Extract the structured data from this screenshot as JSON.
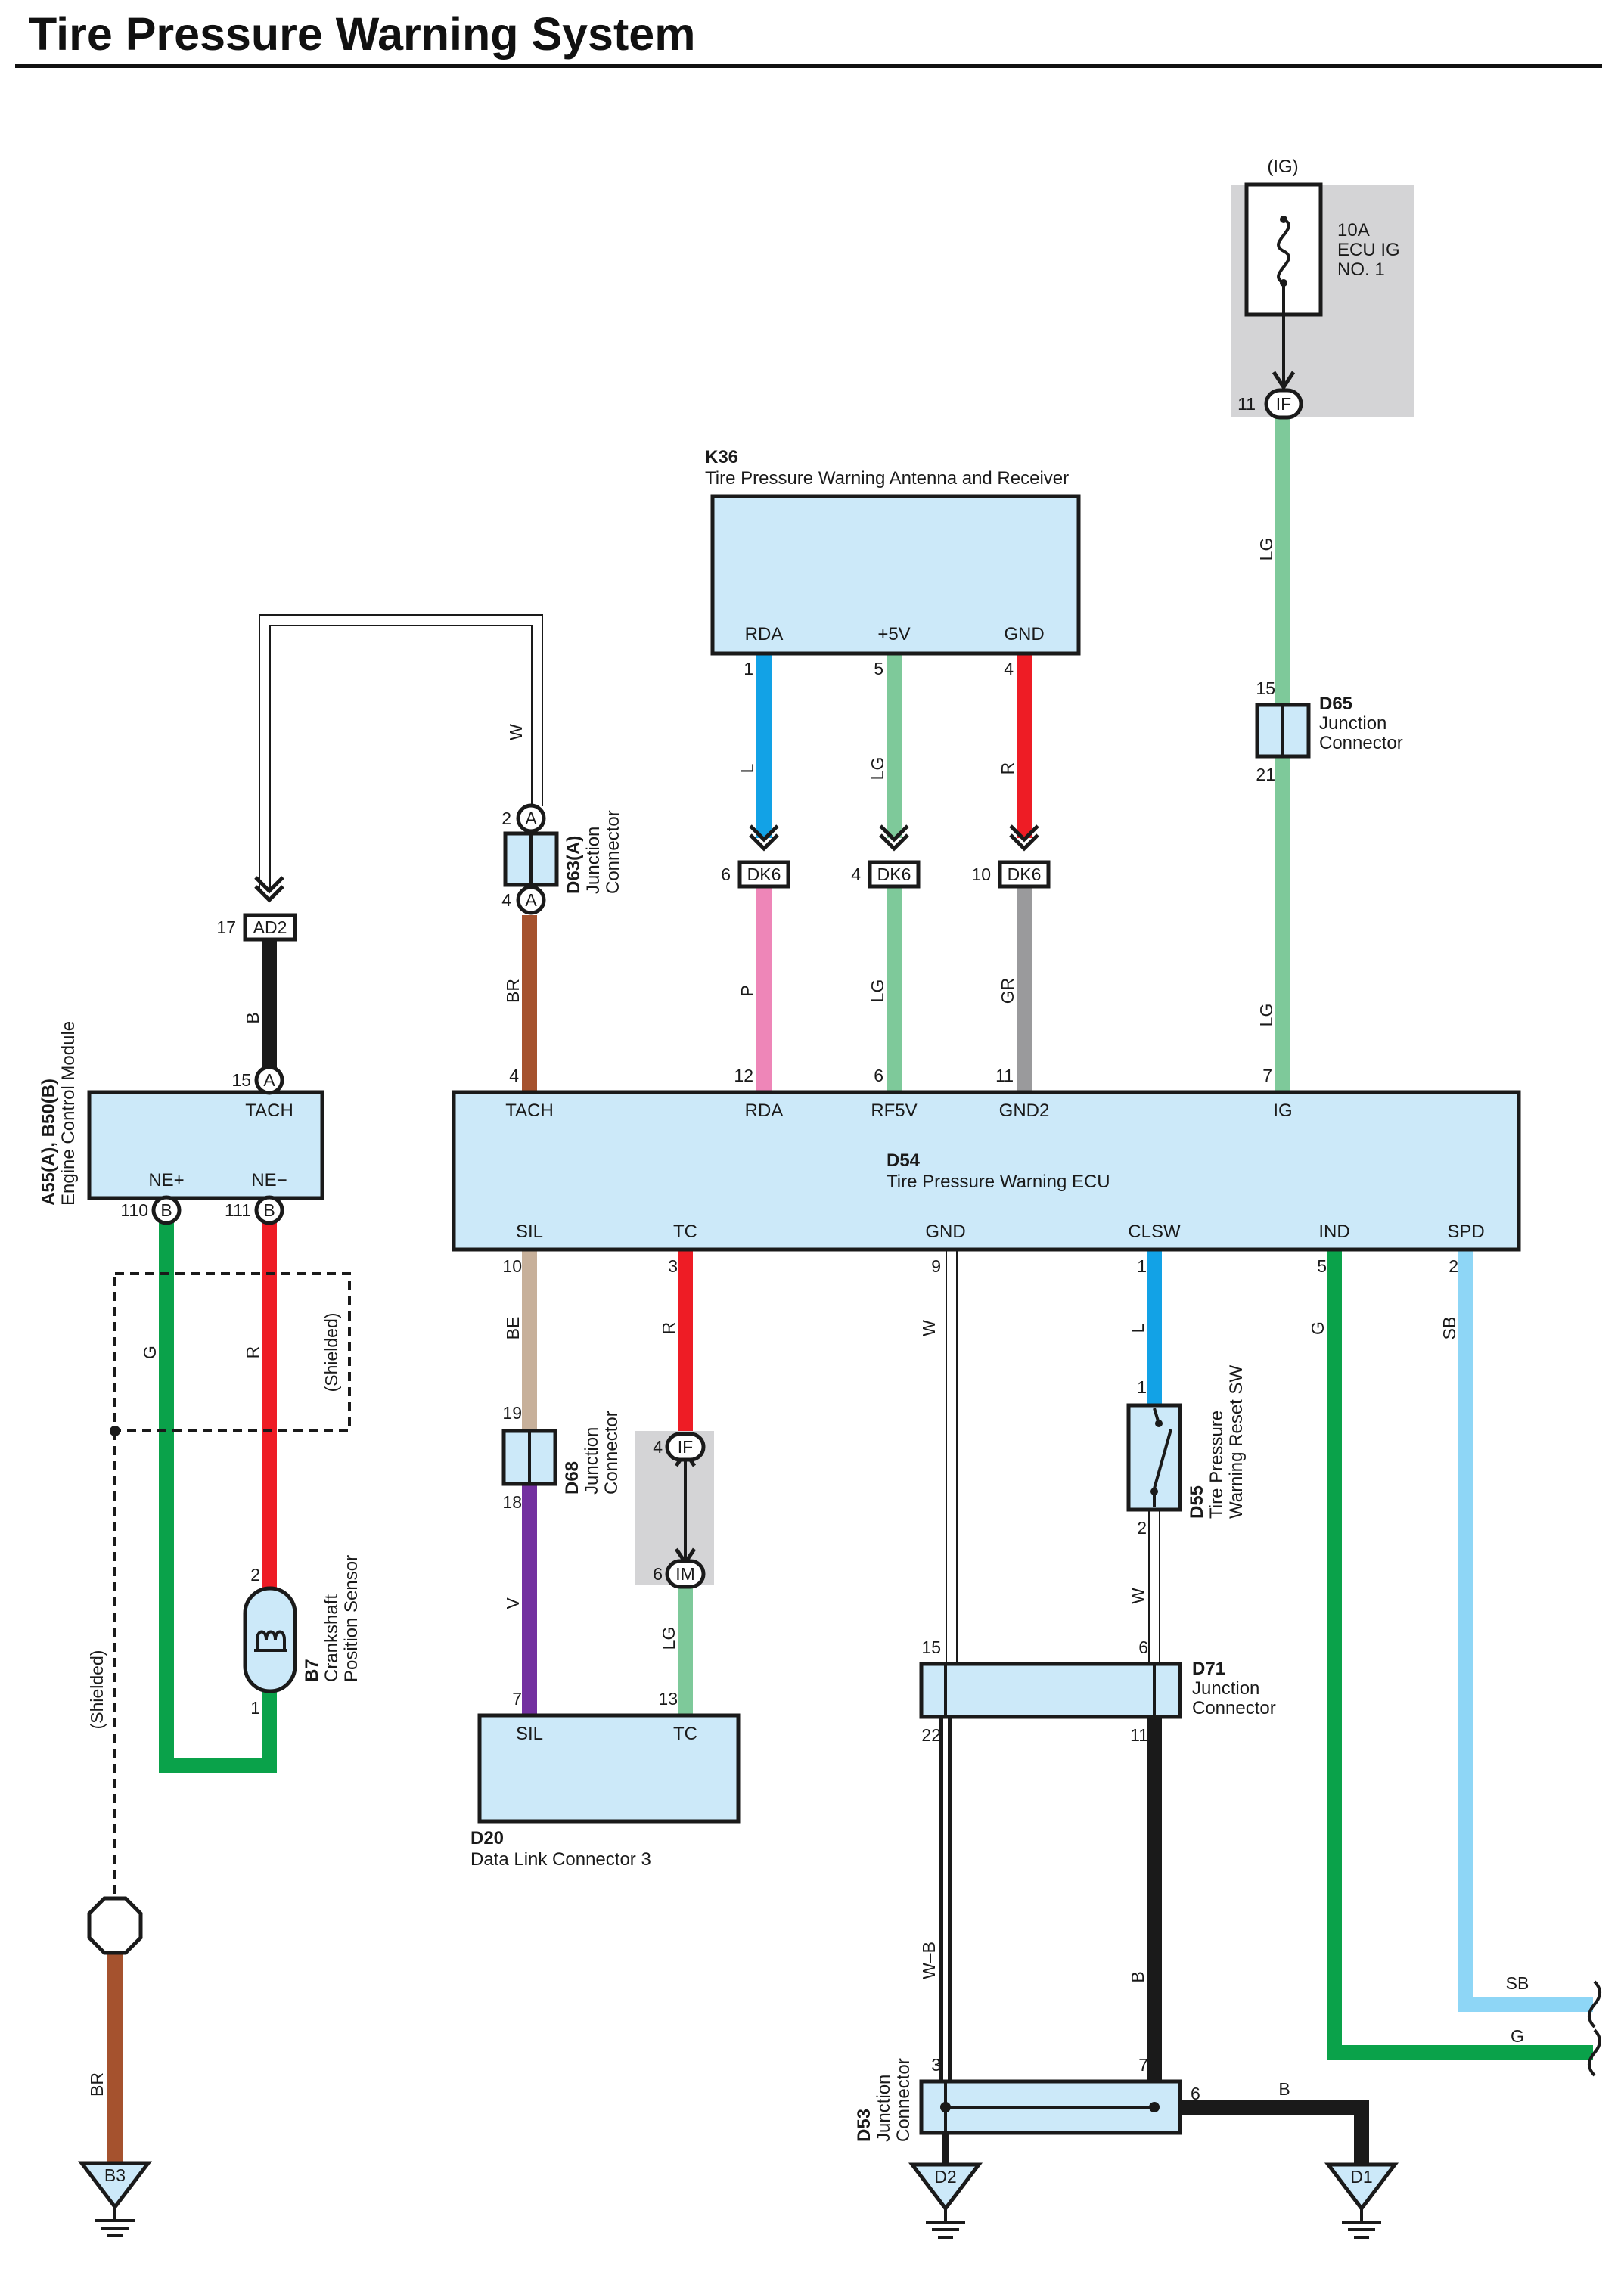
{
  "title": "Tire Pressure Warning System",
  "colors": {
    "box_fill": "#cce9f9",
    "fuse_panel": "#d4d4d6",
    "LG": "#7ec99a",
    "L": "#12a2e6",
    "R": "#ee1c25",
    "P": "#ee86b8",
    "GR": "#9a9a9c",
    "B": "#1a1a1a",
    "BR": "#a5522e",
    "BE": "#c7b09a",
    "V": "#7330a0",
    "G": "#0aa24a",
    "SB": "#8ed6f6",
    "W": "#ffffff"
  },
  "components": {
    "fuse": {
      "tag": "(IG)",
      "line1": "10A",
      "line2": "ECU IG",
      "line3": "NO. 1",
      "icon": "fuse-icon"
    },
    "k36": {
      "code": "K36",
      "name": "Tire Pressure Warning Antenna and Receiver",
      "terminals": [
        "RDA",
        "+5V",
        "GND"
      ],
      "pins": [
        "1",
        "5",
        "4"
      ]
    },
    "d65": {
      "code": "D65",
      "line1": "Junction",
      "line2": "Connector",
      "pin_top": "15",
      "pin_bottom": "21"
    },
    "d63": {
      "code": "D63(A)",
      "line1": "Junction",
      "line2": "Connector",
      "pin_top": "2",
      "pin_bottom": "4",
      "letter": "A"
    },
    "ecm": {
      "code": "A55(A), B50(B)",
      "name": "Engine Control Module",
      "terminal_tach": "TACH",
      "terminal_nep": "NE+",
      "terminal_nen": "NE−",
      "pin_tach": "15",
      "pin_nep": "110",
      "pin_nen": "111",
      "letter_a": "A",
      "letter_b": "B"
    },
    "d54": {
      "code": "D54",
      "name": "Tire Pressure Warning ECU",
      "top_terminals": [
        {
          "label": "TACH",
          "pin": "4"
        },
        {
          "label": "RDA",
          "pin": "12"
        },
        {
          "label": "RF5V",
          "pin": "6"
        },
        {
          "label": "GND2",
          "pin": "11"
        },
        {
          "label": "IG",
          "pin": "7"
        }
      ],
      "bottom_terminals": [
        {
          "label": "SIL",
          "pin": "10"
        },
        {
          "label": "TC",
          "pin": "3"
        },
        {
          "label": "GND",
          "pin": "9"
        },
        {
          "label": "CLSW",
          "pin": "1"
        },
        {
          "label": "IND",
          "pin": "5"
        },
        {
          "label": "SPD",
          "pin": "2"
        }
      ]
    },
    "d68": {
      "code": "D68",
      "line1": "Junction",
      "line2": "Connector",
      "pin_top": "19",
      "pin_bottom": "18"
    },
    "d20": {
      "code": "D20",
      "name": "Data Link Connector 3",
      "terminals": [
        "SIL",
        "TC"
      ],
      "pins": [
        "7",
        "13"
      ]
    },
    "d55": {
      "code": "D55",
      "line1": "Tire Pressure",
      "line2": "Warning Reset SW",
      "pin_top": "1",
      "pin_bottom": "2",
      "icon": "switch-icon"
    },
    "d71": {
      "code": "D71",
      "line1": "Junction",
      "line2": "Connector",
      "pins": [
        "15",
        "6",
        "22",
        "11"
      ]
    },
    "d53": {
      "code": "D53",
      "line1": "Junction",
      "line2": "Connector",
      "pins": [
        "3",
        "7",
        "6"
      ]
    },
    "b7": {
      "code": "B7",
      "line1": "Crankshaft",
      "line2": "Position Sensor",
      "pin_top": "2",
      "pin_bottom": "1",
      "icon": "coil-sensor-icon"
    }
  },
  "connectors": {
    "if_top": {
      "pin": "11",
      "label": "IF"
    },
    "ad2": {
      "pin": "17",
      "label": "AD2"
    },
    "dk6_list": [
      {
        "pin": "6",
        "label": "DK6"
      },
      {
        "pin": "4",
        "label": "DK6"
      },
      {
        "pin": "10",
        "label": "DK6"
      }
    ],
    "if_mid": {
      "pin": "4",
      "label": "IF"
    },
    "im": {
      "pin": "6",
      "label": "IM"
    }
  },
  "wire_labels": {
    "ig_top": "LG",
    "ig_bottom": "LG",
    "k36_rda": "L",
    "k36_5v": "LG",
    "k36_gnd": "R",
    "rda": "P",
    "rf5v": "LG",
    "gnd2": "GR",
    "d63_w": "W",
    "tach_br": "BR",
    "ecm_b": "B",
    "sil": "BE",
    "tc": "R",
    "sil_v": "V",
    "tc_lg": "LG",
    "gnd_w": "W",
    "clsw_l1": "L",
    "ind": "G",
    "spd": "SB",
    "sw_w": "W",
    "wb": "W–B",
    "d71_b": "B",
    "d53_b": "B",
    "ne_g": "G",
    "ne_r": "R",
    "spd_out": "SB",
    "ind_out": "G",
    "ground_br": "BR"
  },
  "shielded_labels": [
    "(Shielded)",
    "(Shielded)"
  ],
  "grounds": [
    "B3",
    "D2",
    "D1"
  ]
}
